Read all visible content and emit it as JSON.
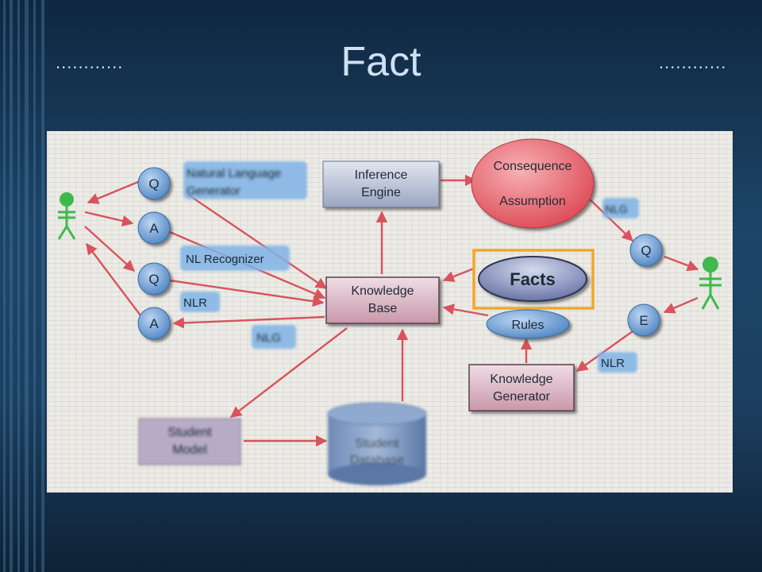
{
  "slide": {
    "title": "Fact",
    "left_dots": "............",
    "right_dots": "............"
  },
  "diagram": {
    "nodes": {
      "q1": "Q",
      "a1": "A",
      "q2": "Q",
      "a2": "A",
      "q3": "Q",
      "e1": "E",
      "natural_language_generator_line1": "Natural Language",
      "natural_language_generator_line2": "Generator",
      "nl_recognizer": "NL Recognizer",
      "nlr_left": "NLR",
      "nlg_left": "NLG",
      "nlg_right": "NLG",
      "nlr_right": "NLR",
      "inference_engine_line1": "Inference",
      "inference_engine_line2": "Engine",
      "consequence": "Consequence",
      "assumption": "Assumption",
      "facts": "Facts",
      "rules": "Rules",
      "knowledge_base_line1": "Knowledge",
      "knowledge_base_line2": "Base",
      "knowledge_generator_line1": "Knowledge",
      "knowledge_generator_line2": "Generator",
      "student_model_line1": "Student",
      "student_model_line2": "Model",
      "student_database_line1": "Student",
      "student_database_line2": "Database"
    },
    "colors": {
      "arrow": "#d9535c",
      "highlight": "#f5a623",
      "circle": "#5f94cf",
      "box": "#bcc3d6",
      "pink_box": "#ddb7c4"
    },
    "icons": {
      "person_left": "stick-figure-icon",
      "person_right": "stick-figure-icon"
    }
  }
}
